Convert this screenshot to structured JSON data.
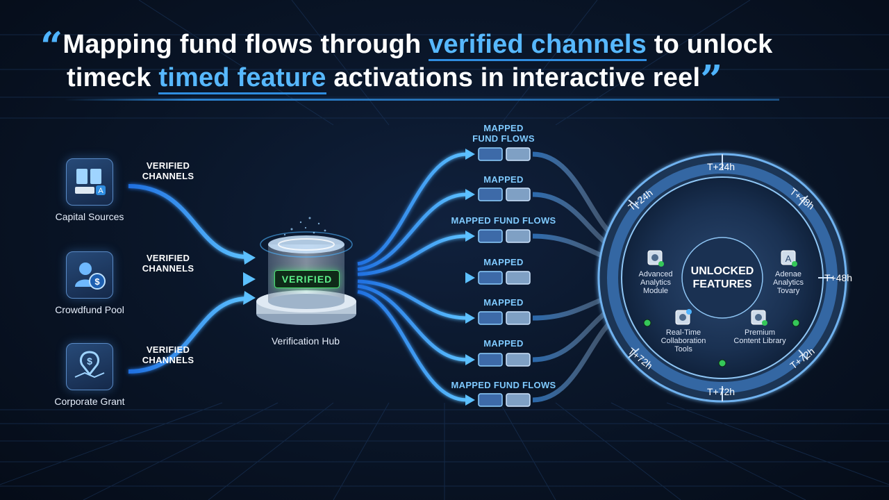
{
  "headline": {
    "quote_open": "“",
    "line1_a": "Mapping fund flows through ",
    "line1_hl": "verified channels",
    "line1_b": " to unlock",
    "line2_a": "timeck ",
    "line2_hl": "timed feature",
    "line2_b": " activations in interactive reel",
    "quote_close": "”"
  },
  "sources": [
    {
      "label": "Capital Sources",
      "icon": "book-icon"
    },
    {
      "label": "Crowdfund Pool",
      "icon": "user-dollar-icon"
    },
    {
      "label": "Corporate Grant",
      "icon": "dollar-pin-icon"
    }
  ],
  "channel_label": "VERIFIED\nCHANNELS",
  "channel_labels": [
    "VERIFIED",
    "CHANNELS"
  ],
  "hub": {
    "badge": "VERIFIED",
    "label": "Verification Hub"
  },
  "flow_labels": {
    "top_line1": "MAPPED",
    "top_line2": "FUND FLOWS",
    "f2": "MAPPED",
    "f3": "MAPPED FUND FLOWS",
    "f4": "MAPPED",
    "f5": "MAPPED",
    "f6": "MAPPED",
    "f7": "MAPPED FUND FLOWS"
  },
  "wheel": {
    "center_line1": "UNLOCKED",
    "center_line2": "FEATURES",
    "features": [
      {
        "line1": "Advanced",
        "line2": "Analytics",
        "line3": "Module",
        "icon": "gear-check-icon"
      },
      {
        "line1": "Adenae",
        "line2": "Analytics",
        "line3": "Tovary",
        "icon": "text-check-icon"
      },
      {
        "line1": "Real-Time",
        "line2": "Collaboration",
        "line3": "Tools",
        "icon": "people-check-icon"
      },
      {
        "line1": "Premium",
        "line2": "Content Library",
        "line3": "",
        "icon": "library-check-icon"
      }
    ],
    "time_labels": {
      "top": "T+24h",
      "upper_left": "T+24h",
      "upper_right": "T+48h",
      "right": "T+48h",
      "lower_left": "T+72h",
      "lower_right": "T+72h",
      "bottom": "T+72h"
    }
  },
  "colors": {
    "accent": "#4fb4ff",
    "verified_green": "#47e36c",
    "background": "#07111f"
  }
}
